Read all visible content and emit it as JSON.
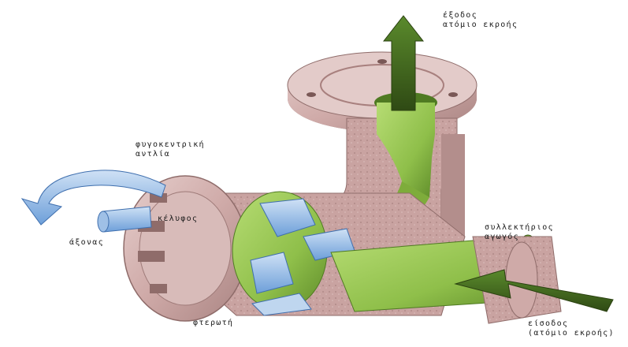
{
  "labels": {
    "outlet": [
      "έξοδος",
      "ατόμιο εκροής"
    ],
    "pump": [
      "φυγοκεντρική",
      "αντλία"
    ],
    "axle": "άξονας",
    "casing": "κέλυφος",
    "collector": [
      "συλλεκτήριος",
      "αγωγός"
    ],
    "impeller": "φτερωτή",
    "inlet": [
      "είσοδος",
      "(ατόμιο εκροής)"
    ]
  },
  "colors": {
    "metal": "#cfaaa8",
    "metal_dark": "#9e7a78",
    "metal_light": "#e6cfcd",
    "green": "#8fbf4a",
    "green_dark": "#4f7a22",
    "blue": "#6d9fd9",
    "blue_light": "#bfd6ef",
    "arrow_green": "#3d5c1e"
  },
  "icons": [
    "rotation-arrow-icon",
    "outlet-arrow-icon",
    "inlet-arrow-icon"
  ]
}
